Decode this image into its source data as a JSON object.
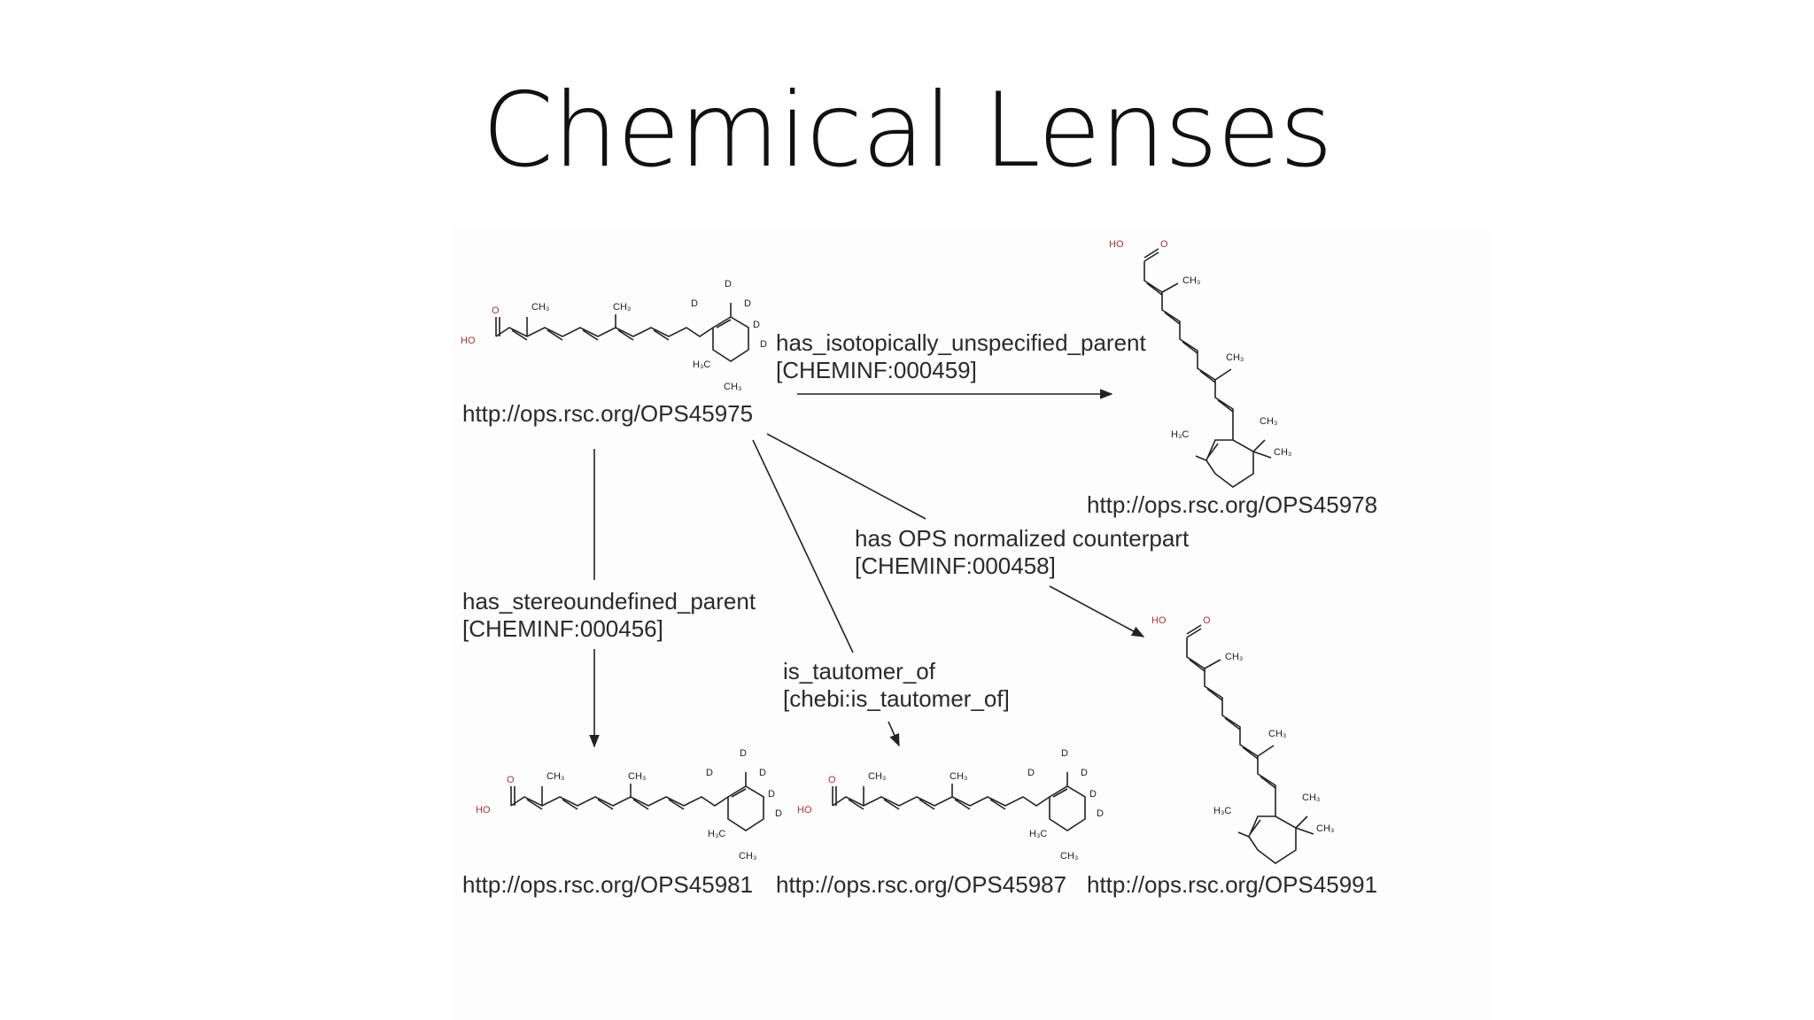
{
  "title": "Chemical Lenses",
  "nodes": {
    "ops45975": "http://ops.rsc.org/OPS45975",
    "ops45978": "http://ops.rsc.org/OPS45978",
    "ops45981": "http://ops.rsc.org/OPS45981",
    "ops45987": "http://ops.rsc.org/OPS45987",
    "ops45991": "http://ops.rsc.org/OPS45991"
  },
  "relations": {
    "isotopic": {
      "name": "has_isotopically_unspecified_parent",
      "id": "[CHEMINF:000459]"
    },
    "normalized": {
      "name": "has OPS normalized counterpart",
      "id": "[CHEMINF:000458]"
    },
    "stereo": {
      "name": "has_stereoundefined_parent",
      "id": "[CHEMINF:000456]"
    },
    "tautomer": {
      "name": "is_tautomer_of",
      "id": "[chebi:is_tautomer_of]"
    }
  },
  "atom_labels": {
    "ho": "HO",
    "o": "O",
    "ch3": "CH₃",
    "h3c": "H₃C",
    "d": "D"
  }
}
